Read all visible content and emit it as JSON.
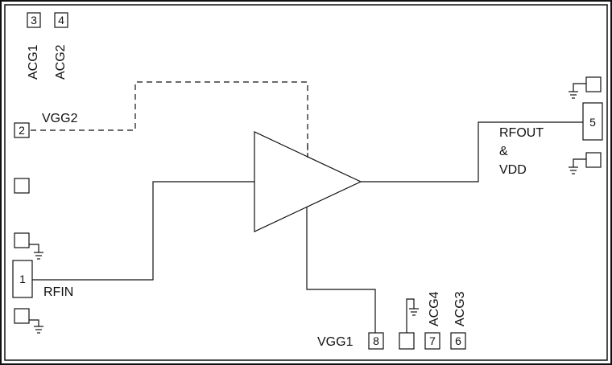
{
  "pads": {
    "p1": "1",
    "p2": "2",
    "p3": "3",
    "p4": "4",
    "p5": "5",
    "p6": "6",
    "p7": "7",
    "p8": "8"
  },
  "labels": {
    "acg1": "ACG1",
    "acg2": "ACG2",
    "acg3": "ACG3",
    "acg4": "ACG4",
    "vgg1": "VGG1",
    "vgg2": "VGG2",
    "rfin": "RFIN",
    "rfout_line1": "RFOUT",
    "rfout_line2": "&",
    "rfout_line3": "VDD"
  }
}
